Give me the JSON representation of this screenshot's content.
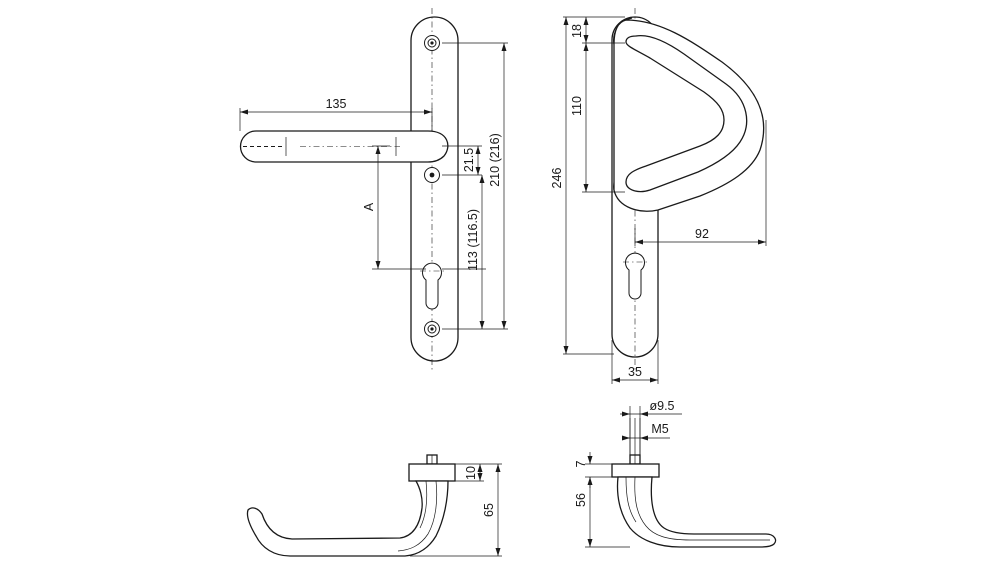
{
  "front_view": {
    "handle_length": "135",
    "lever_to_cylinder": "A",
    "spindle_offset": "21.5",
    "cylinder_to_screw": "113 (116.5)",
    "screw_to_screw": "210 (216)"
  },
  "pull_handle_view": {
    "top_offset": "18",
    "grip_span": "110",
    "total_height": "246",
    "projection": "92",
    "plate_width": "35"
  },
  "lever_side_view": {
    "rose_height": "10",
    "projection": "65"
  },
  "pull_side_view": {
    "spindle_diameter": "ø9.5",
    "thread": "M5",
    "rose_height": "7",
    "projection": "56"
  }
}
